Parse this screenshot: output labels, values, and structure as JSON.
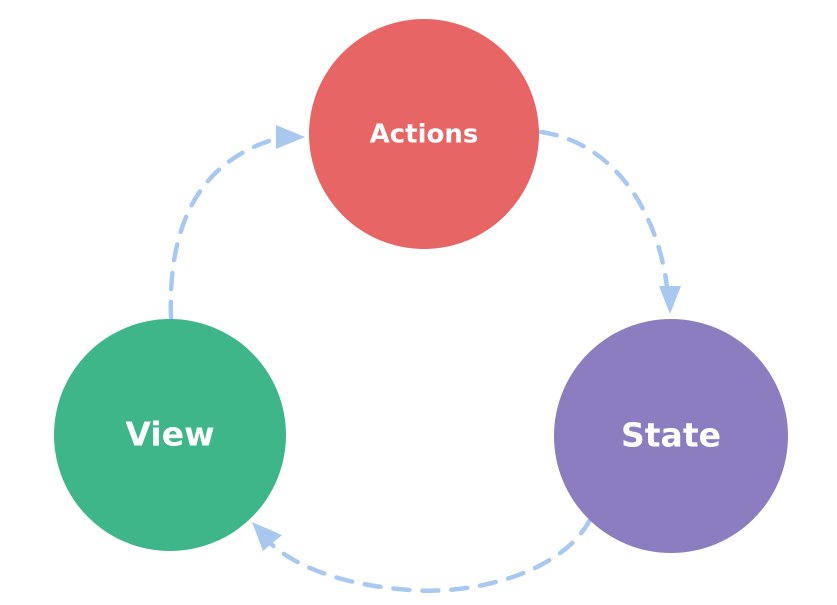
{
  "diagram": {
    "nodes": {
      "actions": {
        "label": "Actions",
        "color": "#e76565"
      },
      "state": {
        "label": "State",
        "color": "#8b7dbf"
      },
      "view": {
        "label": "View",
        "color": "#3fb68a"
      }
    },
    "arrow_color": "#a8c8f0",
    "edges": [
      {
        "from": "Actions",
        "to": "State"
      },
      {
        "from": "State",
        "to": "View"
      },
      {
        "from": "View",
        "to": "Actions"
      }
    ]
  }
}
